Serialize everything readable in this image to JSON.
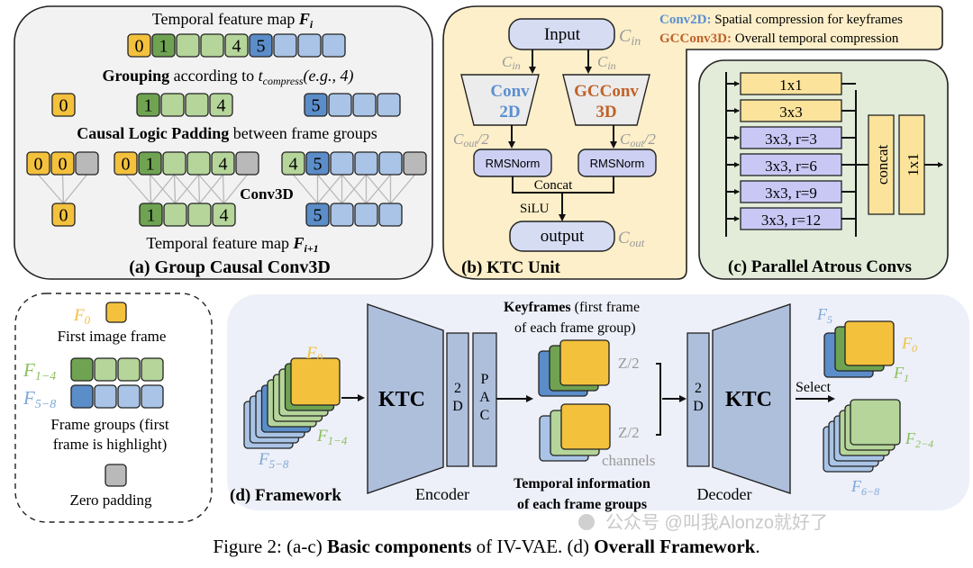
{
  "colors": {
    "yellow": "#f4c13d",
    "green_dark": "#6fa352",
    "green_light": "#b5d59a",
    "blue_dark": "#5b8dc9",
    "blue_light": "#a9c4e6",
    "gray_pad": "#b9b9b9",
    "panel_a_bg": "#f2f2f2",
    "panel_b_bg": "#fcefc9",
    "panel_c_bg": "#e2ecd9",
    "panel_d_bg": "#edf0f8",
    "ktc_fill": "#aebfdc",
    "conv2d_text": "#5b8fd0",
    "gcconv3d_text": "#c0622a",
    "label_gray": "#9a9a9a",
    "f0_label": "#f0c040",
    "f14_label": "#8cbf5e",
    "f58_label": "#7fa7d8",
    "rms_fill": "#cdd0f2",
    "io_fill": "#d6dcf2",
    "atrous_yellow": "#fbe39c",
    "atrous_purple": "#c9c8f5"
  },
  "panel_a": {
    "title": "(a) Group Causal Conv3D",
    "top_label": "Temporal feature map",
    "top_sym": "F",
    "top_sub": "i",
    "grouping_bold": "Grouping",
    "grouping_rest": "according to",
    "grouping_sym": "t",
    "grouping_sub": "compress",
    "grouping_eg": "(e.g., 4)",
    "padding_bold": "Causal Logic Padding",
    "padding_rest": "between frame groups",
    "conv_label": "Conv3D",
    "bottom_label": "Temporal feature map",
    "bottom_sym": "F",
    "bottom_sub": "i+1",
    "row_input": [
      {
        "t": "0",
        "c": "yellow"
      },
      {
        "t": "1",
        "c": "green_dark"
      },
      {
        "t": "",
        "c": "green_light"
      },
      {
        "t": "",
        "c": "green_light"
      },
      {
        "t": "4",
        "c": "green_light"
      },
      {
        "t": "5",
        "c": "blue_dark"
      },
      {
        "t": "",
        "c": "blue_light"
      },
      {
        "t": "",
        "c": "blue_light"
      },
      {
        "t": "",
        "c": "blue_light"
      }
    ],
    "row_grouped": [
      [
        {
          "t": "0",
          "c": "yellow"
        }
      ],
      [
        {
          "t": "1",
          "c": "green_dark"
        },
        {
          "t": "",
          "c": "green_light"
        },
        {
          "t": "",
          "c": "green_light"
        },
        {
          "t": "4",
          "c": "green_light"
        }
      ],
      [
        {
          "t": "5",
          "c": "blue_dark"
        },
        {
          "t": "",
          "c": "blue_light"
        },
        {
          "t": "",
          "c": "blue_light"
        },
        {
          "t": "",
          "c": "blue_light"
        }
      ]
    ],
    "row_padded": [
      [
        {
          "t": "0",
          "c": "yellow"
        },
        {
          "t": "0",
          "c": "yellow"
        },
        {
          "t": "",
          "c": "gray_pad"
        }
      ],
      [
        {
          "t": "0",
          "c": "yellow"
        },
        {
          "t": "1",
          "c": "green_dark"
        },
        {
          "t": "",
          "c": "green_light"
        },
        {
          "t": "",
          "c": "green_light"
        },
        {
          "t": "4",
          "c": "green_light"
        },
        {
          "t": "",
          "c": "gray_pad"
        }
      ],
      [
        {
          "t": "4",
          "c": "green_light"
        },
        {
          "t": "5",
          "c": "blue_dark"
        },
        {
          "t": "",
          "c": "blue_light"
        },
        {
          "t": "",
          "c": "blue_light"
        },
        {
          "t": "",
          "c": "blue_light"
        },
        {
          "t": "",
          "c": "gray_pad"
        }
      ]
    ],
    "row_output": [
      [
        {
          "t": "0",
          "c": "yellow"
        }
      ],
      [
        {
          "t": "1",
          "c": "green_dark"
        },
        {
          "t": "",
          "c": "green_light"
        },
        {
          "t": "",
          "c": "green_light"
        },
        {
          "t": "4",
          "c": "green_light"
        }
      ],
      [
        {
          "t": "5",
          "c": "blue_dark"
        },
        {
          "t": "",
          "c": "blue_light"
        },
        {
          "t": "",
          "c": "blue_light"
        },
        {
          "t": "",
          "c": "blue_light"
        }
      ]
    ]
  },
  "panel_b": {
    "title": "(b) KTC Unit",
    "input": "Input",
    "output": "output",
    "c_in": "C",
    "c_in_sub": "in",
    "c_out_sub": "out",
    "half": "/2",
    "conv2d_l1": "Conv",
    "conv2d_l2": "2D",
    "gcconv_l1": "GCConv",
    "gcconv_l2": "3D",
    "rmsnorm": "RMSNorm",
    "concat": "Concat",
    "silu": "SiLU"
  },
  "legend_box": {
    "conv2d_key": "Conv2D:",
    "conv2d_desc": "Spatial compression for keyframes",
    "gcconv_key": "GCConv3D:",
    "gcconv_desc": "Overall temporal compression"
  },
  "panel_c": {
    "title": "(c) Parallel Atrous Convs",
    "branches": [
      {
        "label": "1x1",
        "c": "atrous_yellow"
      },
      {
        "label": "3x3",
        "c": "atrous_yellow"
      },
      {
        "label": "3x3, r=3",
        "c": "atrous_purple"
      },
      {
        "label": "3x3, r=6",
        "c": "atrous_purple"
      },
      {
        "label": "3x3, r=9",
        "c": "atrous_purple"
      },
      {
        "label": "3x3, r=12",
        "c": "atrous_purple"
      }
    ],
    "concat": "concat",
    "final": "1x1"
  },
  "key": {
    "f0": "F",
    "f0_sub": "0",
    "first_image": "First image frame",
    "f14_sub": "1−4",
    "f58_sub": "5−8",
    "groups_l1": "Frame groups (first",
    "groups_l2": "frame is highlight)",
    "zero": "Zero padding"
  },
  "panel_d": {
    "title": "(d) Framework",
    "ktc": "KTC",
    "two_d": [
      "2",
      "D"
    ],
    "pac": [
      "P",
      "A",
      "C"
    ],
    "encoder": "Encoder",
    "decoder": "Decoder",
    "keyframes_bold": "Keyframes",
    "keyframes_rest": "(first frame",
    "keyframes_l2": "of each frame group)",
    "z_half": "Z/2",
    "channels": "channels",
    "temporal_l1": "Temporal information",
    "temporal_l2": "of each frame groups",
    "select": "Select",
    "in_f0_sub": "0",
    "in_f14_sub": "1−4",
    "in_f58_sub": "5−8",
    "out_f5_sub": "5",
    "out_f0_sub": "0",
    "out_f1_sub": "1",
    "out_f24_sub": "2−4",
    "out_f68_sub": "6−8"
  },
  "caption": {
    "prefix": "Figure 2: (a-c) ",
    "bold1": "Basic components",
    "mid": " of IV-VAE. (d) ",
    "bold2": "Overall Framework",
    "suffix": "."
  },
  "watermark": "公众号 @叫我Alonzo就好了"
}
